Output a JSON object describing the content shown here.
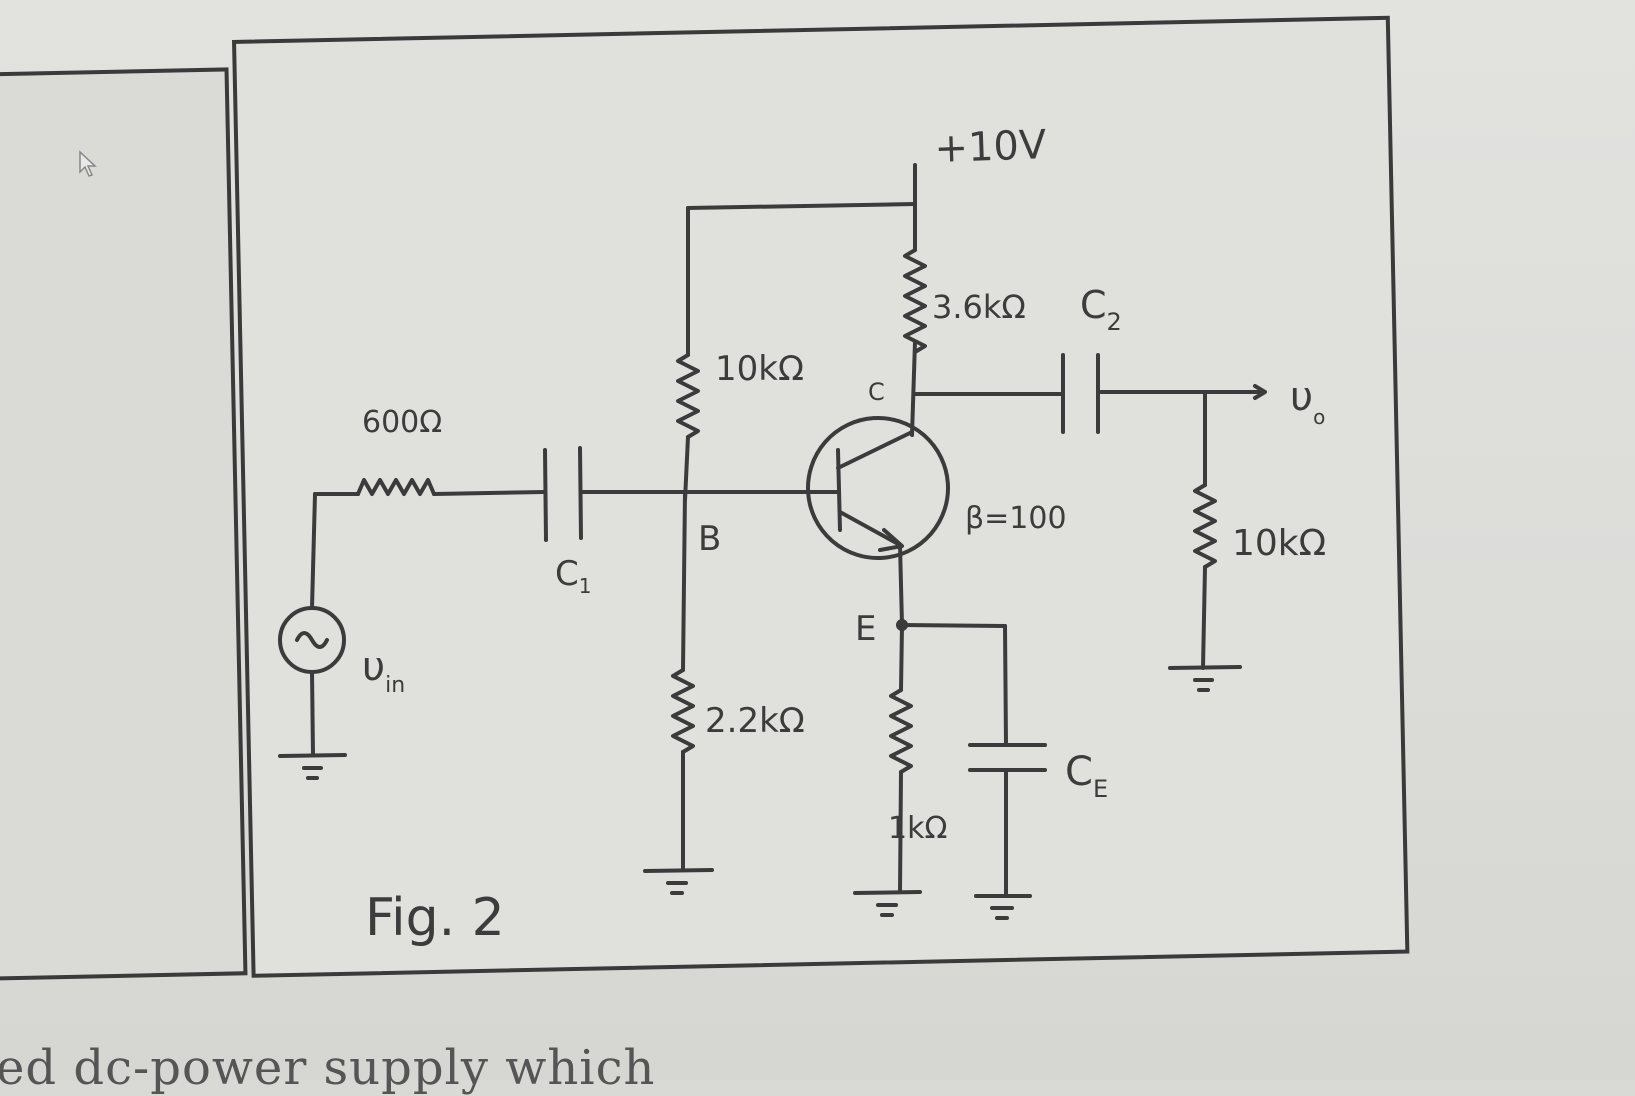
{
  "figure": {
    "caption": "Fig. 2",
    "labels": {
      "supply": "+10V",
      "r_collector": "3.6kΩ",
      "c2": "C",
      "c2_sub": "2",
      "r_bias_top": "10kΩ",
      "collector": "C",
      "source_resistor": "600Ω",
      "c1": "C",
      "c1_sub": "1",
      "base": "B",
      "beta": "β=100",
      "load_resistor": "10kΩ",
      "vout": "υ",
      "vout_sub": "o",
      "vin": "υ",
      "vin_sub": "in",
      "emitter": "E",
      "r_bias_bottom": "2.2kΩ",
      "r_emitter": "1kΩ",
      "ce": "C",
      "ce_sub": "E"
    }
  },
  "page_text": {
    "bottom_fragment": "ed dc-power supply which"
  }
}
